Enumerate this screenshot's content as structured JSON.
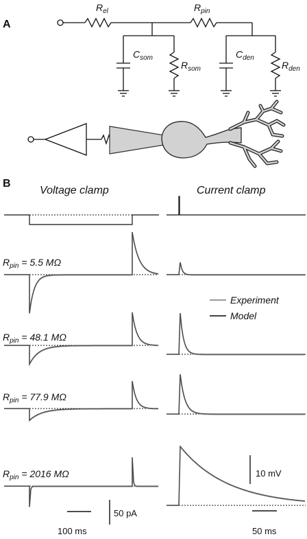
{
  "panel_a": {
    "label": "A",
    "resistors": [
      {
        "main": "R",
        "sub": "el"
      },
      {
        "main": "R",
        "sub": "pin"
      },
      {
        "main": "R",
        "sub": "som"
      },
      {
        "main": "R",
        "sub": "den"
      }
    ],
    "capacitors": [
      {
        "main": "C",
        "sub": "som"
      },
      {
        "main": "C",
        "sub": "den"
      }
    ]
  },
  "panel_b": {
    "label": "B",
    "titles": {
      "left": "Voltage clamp",
      "right": "Current clamp"
    },
    "rows": [
      {
        "label_main": "R",
        "label_sub": "pin",
        "label_value": " = 5.5 MΩ"
      },
      {
        "label_main": "R",
        "label_sub": "pin",
        "label_value": " = 48.1 MΩ"
      },
      {
        "label_main": "R",
        "label_sub": "pin",
        "label_value": " = 77.9 MΩ"
      },
      {
        "label_main": "R",
        "label_sub": "pin",
        "label_value": " = 2016 MΩ"
      }
    ],
    "legend": [
      {
        "label": "Experiment",
        "color": "#9a9a9a"
      },
      {
        "label": "Model",
        "color": "#444444"
      }
    ],
    "scalebars": {
      "vc_time": "100 ms",
      "vc_current": "50 pA",
      "cc_voltage": "10 mV",
      "cc_time": "50 ms"
    }
  }
}
